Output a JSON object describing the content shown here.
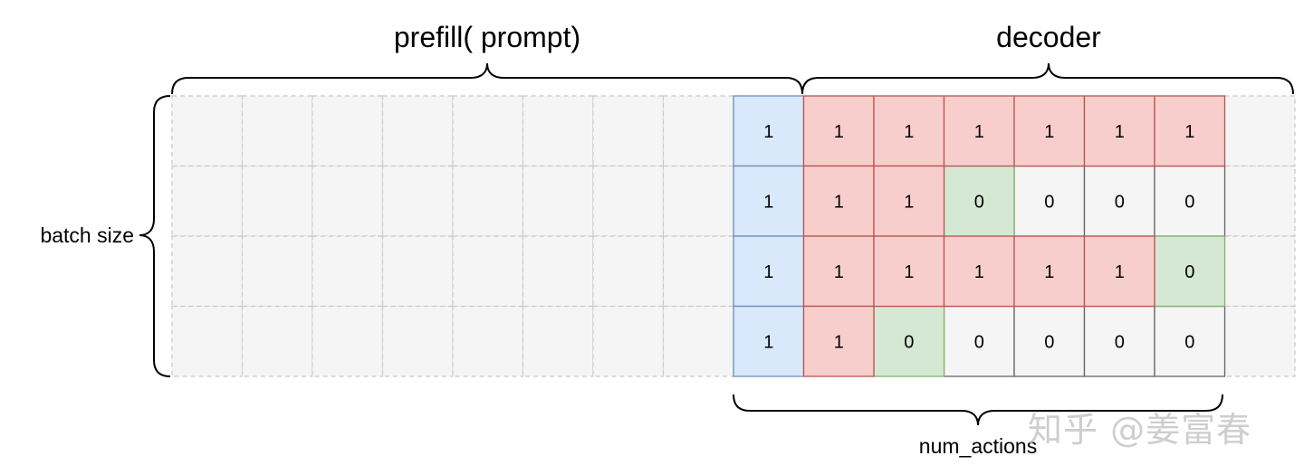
{
  "labels": {
    "prefill": "prefill( prompt)",
    "decoder": "decoder",
    "batch_size": "batch size",
    "num_actions": "num_actions"
  },
  "watermark": "知乎 @姜富春",
  "grid": {
    "rows": 4,
    "prefill_cols": 8,
    "trailing_cols": 1,
    "rows_data": [
      {
        "prompt_last": "1",
        "decoder": [
          "1",
          "1",
          "1",
          "1",
          "1",
          "1"
        ],
        "states": [
          "red",
          "red",
          "red",
          "red",
          "red",
          "red"
        ]
      },
      {
        "prompt_last": "1",
        "decoder": [
          "1",
          "1",
          "0",
          "0",
          "0",
          "0"
        ],
        "states": [
          "red",
          "red",
          "green",
          "gray",
          "gray",
          "gray"
        ]
      },
      {
        "prompt_last": "1",
        "decoder": [
          "1",
          "1",
          "1",
          "1",
          "1",
          "0"
        ],
        "states": [
          "red",
          "red",
          "red",
          "red",
          "red",
          "green"
        ]
      },
      {
        "prompt_last": "1",
        "decoder": [
          "1",
          "0",
          "0",
          "0",
          "0",
          "0"
        ],
        "states": [
          "red",
          "green",
          "gray",
          "gray",
          "gray",
          "gray"
        ]
      }
    ]
  },
  "colors": {
    "blue_fill": "#dae8fc",
    "blue_stroke": "#6c8ebf",
    "red_fill": "#f8cecc",
    "red_stroke": "#b85450",
    "green_fill": "#d5e8d4",
    "green_stroke": "#82b366",
    "gray_fill": "#f5f5f5",
    "gray_stroke": "#666666",
    "empty_fill": "#f5f5f5",
    "empty_stroke": "#c8c8c8"
  }
}
